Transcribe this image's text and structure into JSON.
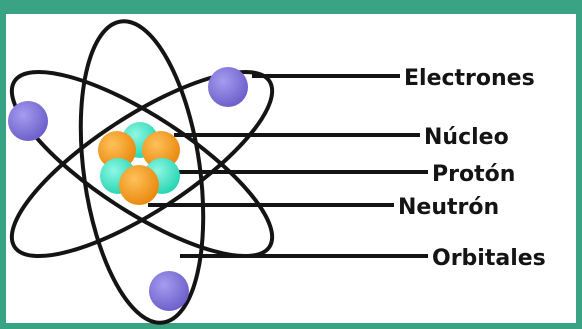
{
  "diagram": {
    "labels": {
      "electrons": "Electrones",
      "nucleus": "Núcleo",
      "proton": "Protón",
      "neutron": "Neutrón",
      "orbitals": "Orbitales"
    },
    "colors": {
      "background_border": "#3aa384",
      "electron": "#8377d6",
      "proton": "#f59a13",
      "neutron": "#3ee8c8",
      "orbit_line": "#141414",
      "text": "#141414"
    }
  }
}
